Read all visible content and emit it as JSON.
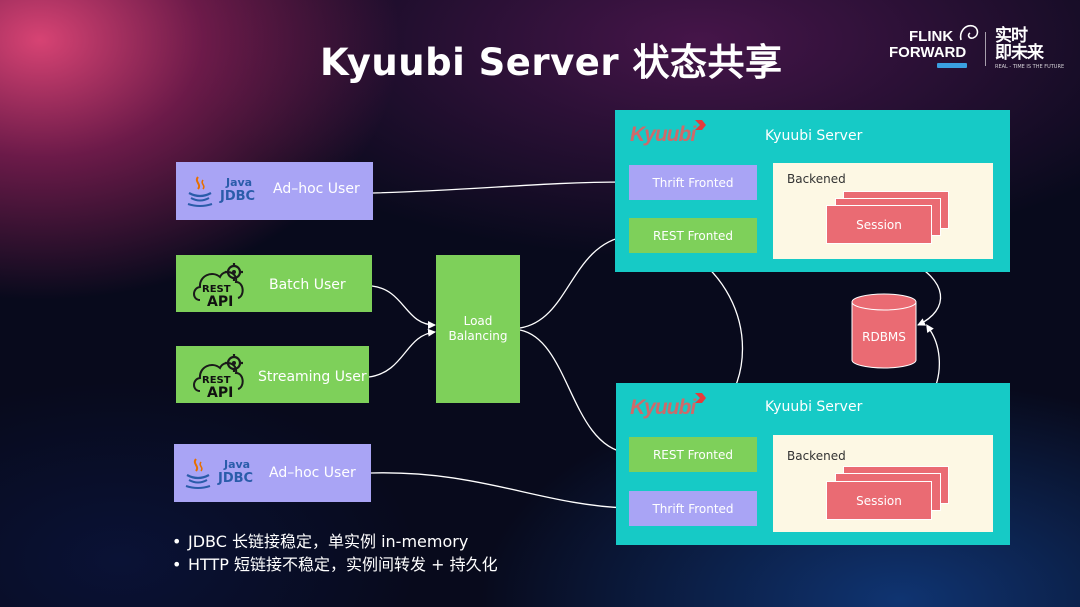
{
  "title": "Kyuubi Server 状态共享",
  "brand": {
    "line1": "FLINK",
    "line2": "FORWARD",
    "zh_line1": "实时",
    "zh_line2": "即未来",
    "subline": "REAL - TIME IS THE FUTURE"
  },
  "clients": {
    "jdbc_top": {
      "java": "Java",
      "jdbc": "JDBC",
      "label": "Ad–hoc User"
    },
    "batch": {
      "rest": "REST",
      "api": "API",
      "label": "Batch User"
    },
    "streaming": {
      "rest": "REST",
      "api": "API",
      "label": "Streaming User"
    },
    "jdbc_bottom": {
      "java": "Java",
      "jdbc": "JDBC",
      "label": "Ad–hoc User"
    }
  },
  "load_balancer": {
    "line1": "Load",
    "line2": "Balancing"
  },
  "server_top": {
    "logo": "Kyuubi",
    "title": "Kyuubi Server",
    "thrift": "Thrift Fronted",
    "rest": "REST Fronted",
    "backend": "Backened",
    "session": "Session"
  },
  "server_bottom": {
    "logo": "Kyuubi",
    "title": "Kyuubi Server",
    "rest": "REST Fronted",
    "thrift": "Thrift Fronted",
    "backend": "Backened",
    "session": "Session"
  },
  "database": {
    "label": "RDBMS"
  },
  "bullets": [
    "JDBC 长链接稳定，单实例 in-memory",
    "HTTP 短链接不稳定，实例间转发 + 持久化"
  ],
  "colors": {
    "jdbc_client": "#a9a4f5",
    "rest_client": "#7ed05a",
    "server": "#16cac6",
    "session": "#ea6b73",
    "backend": "#fdf8e4",
    "kyuubi_logo": "#ef5a5a"
  }
}
